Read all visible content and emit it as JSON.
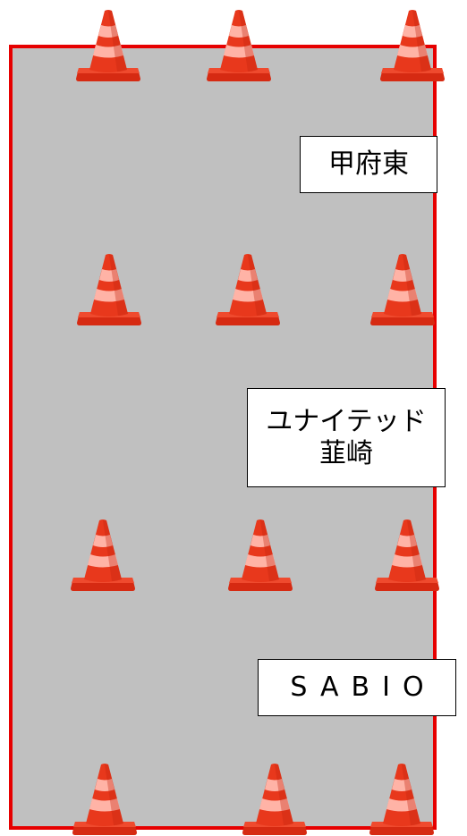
{
  "labels": {
    "kofu": "甲府東",
    "united_line1": "ユナイテッド",
    "united_line2": "韮崎",
    "sabio": "SABIO"
  },
  "colors": {
    "field": "#c0c0c0",
    "border": "#e60000",
    "cone": "#e8381c",
    "cone_stripe": "#ffb3a6"
  },
  "cone_rows": 4,
  "cones_per_row": 3
}
